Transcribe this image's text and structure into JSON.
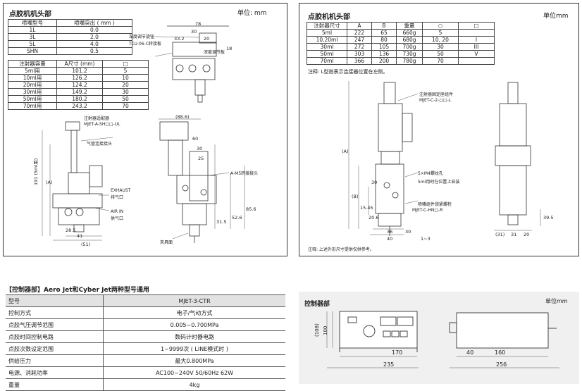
{
  "top_left": {
    "title": "点胶机机头部",
    "unit": "单位: mm",
    "nozzle_table": {
      "headers": [
        "喷嘴型号",
        "喷嘴突出 ( mm )"
      ],
      "rows": [
        [
          "1L",
          "0.0"
        ],
        [
          "3L",
          "2.0"
        ],
        [
          "5L",
          "4.0"
        ],
        [
          "SHN",
          "0.5"
        ]
      ]
    },
    "syringe_table": {
      "headers": [
        "注射器容量",
        "A尺寸 (mm)",
        "□"
      ],
      "rows": [
        [
          "5ml用",
          "101.2",
          "5"
        ],
        [
          "10ml用",
          "126.2",
          "10"
        ],
        [
          "20ml用",
          "124.2",
          "20"
        ],
        [
          "30ml用",
          "149.2",
          "30"
        ],
        [
          "50ml用",
          "180.2",
          "50"
        ],
        [
          "70ml用",
          "243.2",
          "70"
        ]
      ]
    },
    "labels": {
      "l1": "深度调节旋钮",
      "l2": "TCU-06-C转接板",
      "l3": "深度调节板",
      "l4": "注射器适配器",
      "l5": "MJET-A-SH□□-UL",
      "l6": "气管连接接头",
      "l7": "EXHAUST",
      "l8": "排气口",
      "l9": "AIR IN",
      "l10": "供气口",
      "l11": "A-M5转接接头",
      "l12": "夹具面"
    },
    "dims": {
      "d1": "78",
      "d2": "30",
      "d3": "33.2",
      "d4": "20",
      "d5": "18",
      "d6": "(88.6)",
      "d7": "60",
      "d8": "30",
      "d9": "25",
      "d10": "85.6",
      "d11": "52.6",
      "d12": "31.5",
      "d13": "28.5",
      "d14": "41",
      "d15": "(51)",
      "d16": "191 (5ml用)",
      "d17": "(A)"
    }
  },
  "top_right": {
    "title": "点胶机机头部",
    "unit": "单位mm",
    "table": {
      "headers": [
        "注射器尺寸",
        "A",
        "B",
        "重量",
        "○",
        "□"
      ],
      "rows": [
        [
          "5ml",
          "222",
          "65",
          "660g",
          "5",
          ""
        ],
        [
          "10,20ml",
          "247",
          "80",
          "680g",
          "10, 20",
          "I"
        ],
        [
          "30ml",
          "272",
          "105",
          "700g",
          "30",
          "III"
        ],
        [
          "50ml",
          "303",
          "136",
          "730g",
          "50",
          "V"
        ],
        [
          "70ml",
          "366",
          "200",
          "780g",
          "70",
          ""
        ]
      ]
    },
    "note": "注释: L型指表示连接器位置在左侧。",
    "labels": {
      "l1": "注射器固定座组件",
      "l2": "MJET-C-2-□□-L",
      "l3": "5×M4螺纹孔",
      "l4": "5ml用时在位置上安装",
      "l5": "喷嘴组件锁紧螺栓",
      "l6": "MJET-C-HN□-R"
    },
    "bottom_note": "注释: 上述外形尺寸提供仅供参考。",
    "dims": {
      "d1": "(A)",
      "d2": "(B)",
      "d3": "30",
      "d4": "15.45",
      "d5": "20.6",
      "d6": "30",
      "d7": "36",
      "d8": "40",
      "d9": "1~3",
      "d10": "(31)",
      "d11": "31",
      "d12": "20",
      "d13": "39.5"
    }
  },
  "bottom_left": {
    "title": "【控制器部】Aero Jet和Cyber Jet两种型号通用",
    "rows": [
      [
        "型号",
        "MJET-3-CTR"
      ],
      [
        "控制方式",
        "电子/气动方式"
      ],
      [
        "点胶气压调节范围",
        "0.005~0.700MPa"
      ],
      [
        "点胶时间控制电路",
        "数码计时器电路"
      ],
      [
        "点胶次数设定范围",
        "1~9999次 ( LINE模式时 )"
      ],
      [
        "供给压力",
        "最大0.800MPa"
      ],
      [
        "电源、消耗功率",
        "AC100~240V 50/60Hz 62W"
      ],
      [
        "重量",
        "4kg"
      ]
    ]
  },
  "bottom_right": {
    "title": "控制器部",
    "unit": "单位mm",
    "dims": {
      "w1": "170",
      "w2": "235",
      "h1": "(108)",
      "h2": "100",
      "w3": "40",
      "w4": "160",
      "w5": "256"
    }
  }
}
